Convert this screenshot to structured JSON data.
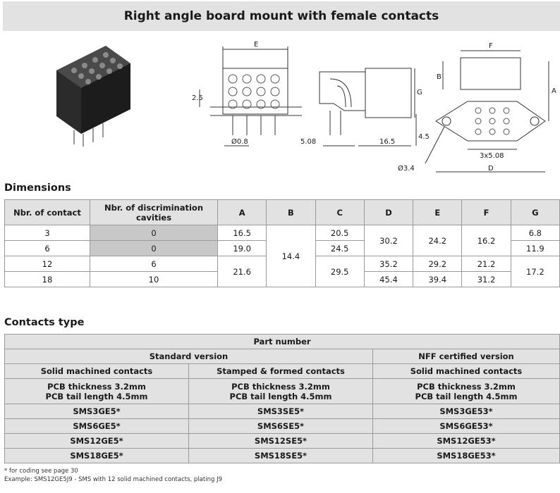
{
  "title": "Right angle board mount with female contacts",
  "drawing_labels": {
    "E": "E",
    "F": "F",
    "B": "B",
    "A": "A",
    "G": "G",
    "D": "D",
    "d25": "2.5",
    "d08": "Ø0.8",
    "d508": "5.08",
    "d165": "16.5",
    "d45": "4.5",
    "d34": "Ø3.4",
    "d3x508": "3x5.08"
  },
  "dimensions": {
    "heading": "Dimensions",
    "headers": [
      "Nbr. of contact",
      "Nbr. of discrimination cavities",
      "A",
      "B",
      "C",
      "D",
      "E",
      "F",
      "G"
    ],
    "rows": [
      {
        "n": "3",
        "disc": "0",
        "a": "16.5",
        "c": "20.5",
        "g": "6.8"
      },
      {
        "n": "6",
        "disc": "0",
        "a": "19.0",
        "c": "24.5",
        "g": "11.9"
      },
      {
        "n": "12",
        "disc": "6",
        "d": "35.2",
        "e": "29.2",
        "f": "21.2"
      },
      {
        "n": "18",
        "disc": "10",
        "d": "45.4",
        "e": "39.4",
        "f": "31.2"
      }
    ],
    "b_merged": "14.4",
    "a_merged": "21.6",
    "c_merged": "29.5",
    "g_merged": "17.2",
    "def_top": {
      "d": "30.2",
      "e": "24.2",
      "f": "16.2"
    }
  },
  "contacts": {
    "heading": "Contacts type",
    "part_number": "Part number",
    "standard": "Standard version",
    "nff": "NFF certified version",
    "col1": "Solid machined contacts",
    "col2": "Stamped & formed contacts",
    "col3": "Solid machined contacts",
    "pcb_line1": "PCB thickness 3.2mm",
    "pcb_line2": "PCB tail length 4.5mm",
    "rows": [
      [
        "SMS3GE5*",
        "SMS3SE5*",
        "SMS3GE53*"
      ],
      [
        "SMS6GE5*",
        "SMS6SE5*",
        "SMS6GE53*"
      ],
      [
        "SMS12GE5*",
        "SMS12SE5*",
        "SMS12GE53*"
      ],
      [
        "SMS18GE5*",
        "SMS18SE5*",
        "SMS18GE53*"
      ]
    ]
  },
  "footnote1": "* for coding see page 30",
  "footnote2": "Example: SMS12GE5J9 - SMS with 12 solid machined contacts, plating J9"
}
